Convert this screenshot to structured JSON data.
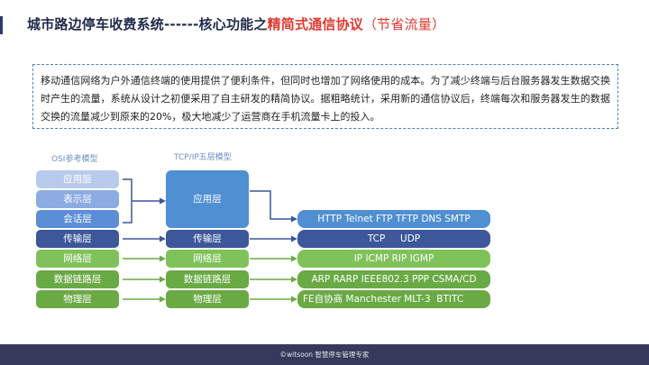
{
  "title": {
    "prefix": "城市路边停车收费系统------核心功能之",
    "highlight": "精简式通信协议",
    "suffix": "（节省流量）"
  },
  "description": "移动通信网络为户外通信终端的使用提供了便利条件，但同时也增加了网络使用的成本。为了减少终端与后台服务器发生数据交换时产生的流量，系统从设计之初便采用了自主研发的精简协议。据粗略统计，采用新的通信协议后，终端每次和服务器发生的数据交换的流量减少到原来的20%，极大地减少了运营商在手机流量卡上的投入。",
  "diagram": {
    "osi_label": "OSI参考模型",
    "tcpip_label": "TCP/IP五层模型",
    "osi_layers": [
      "应用层",
      "表示层",
      "会话层",
      "传输层",
      "网络层",
      "数据链路层",
      "物理层"
    ],
    "tcpip_layers": [
      "应用层",
      "传输层",
      "网络层",
      "数据链路层",
      "物理层"
    ],
    "protocols": [
      "HTTP Telnet FTP TFTP DNS SMTP",
      "TCP     UDP",
      "IP ICMP RIP IGMP",
      "ARP RARP IEEE802.3 PPP CSMA/CD",
      "FE自协商 Manchester MLT-3  BTITC"
    ]
  },
  "footer": "©witsoon 智慧停车管理专家"
}
